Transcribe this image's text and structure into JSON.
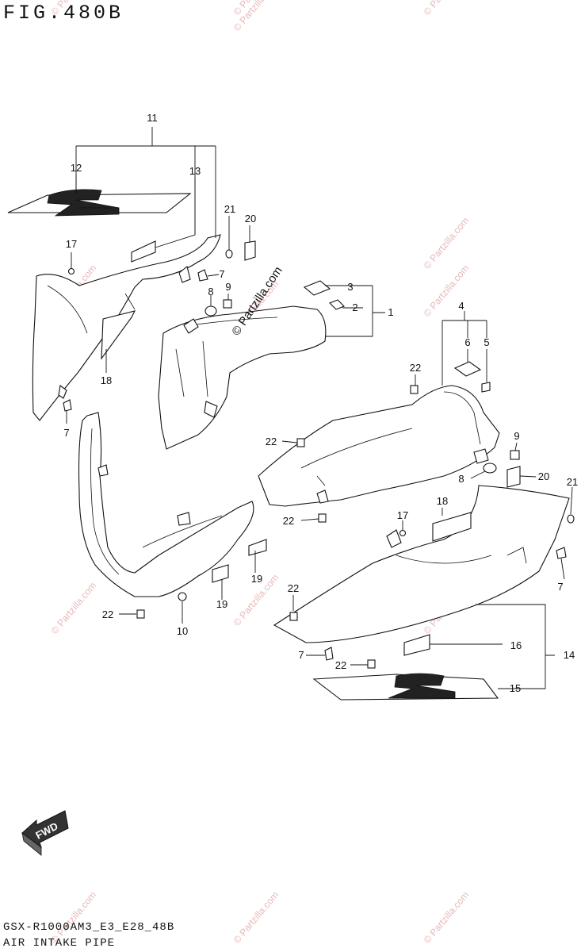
{
  "figure": {
    "title": "FIG.480B",
    "model_code": "GSX-R1000AM3_E3_E28_48B",
    "section_name": "AIR INTAKE PIPE"
  },
  "watermark": {
    "text": "© Partzilla.com"
  },
  "callouts": [
    "1",
    "2",
    "3",
    "4",
    "5",
    "6",
    "7",
    "8",
    "9",
    "10",
    "11",
    "12",
    "13",
    "14",
    "15",
    "16",
    "17",
    "18",
    "19",
    "20",
    "21",
    "22"
  ],
  "fwd_label": "FWD",
  "colors": {
    "line": "#111111",
    "watermark": "#e8b8b8",
    "background": "#ffffff"
  }
}
